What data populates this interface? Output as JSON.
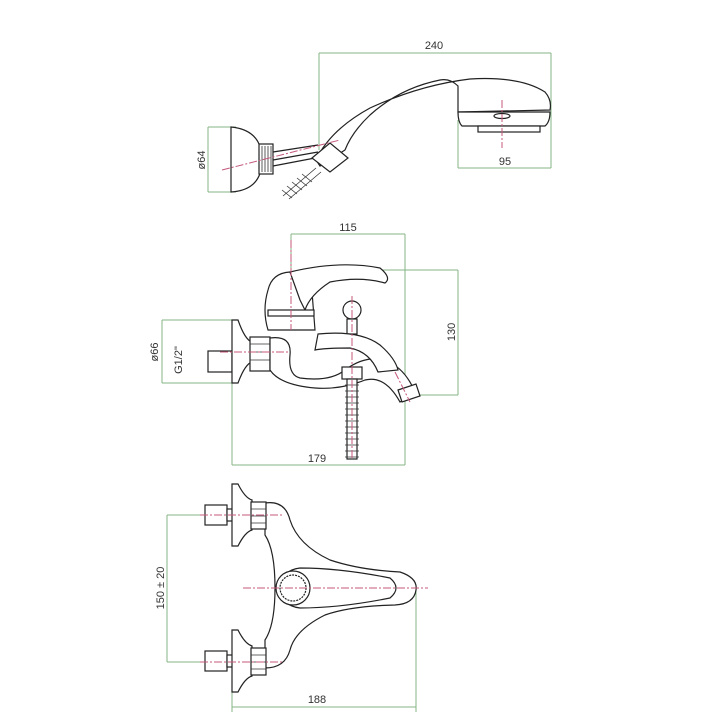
{
  "shower_view": {
    "length_label": "240",
    "head_width_label": "95",
    "holder_diameter_label": "ø64"
  },
  "side_view": {
    "width_label": "115",
    "height_label": "130",
    "flange_diameter_label": "ø66",
    "thread_label": "G1/2\"",
    "depth_label": "179"
  },
  "top_view": {
    "spacing_label": "150 ± 20",
    "depth_label": "188"
  },
  "colors": {
    "dimension": "#86b486",
    "centerline": "#c4587a",
    "outline": "#222222"
  }
}
